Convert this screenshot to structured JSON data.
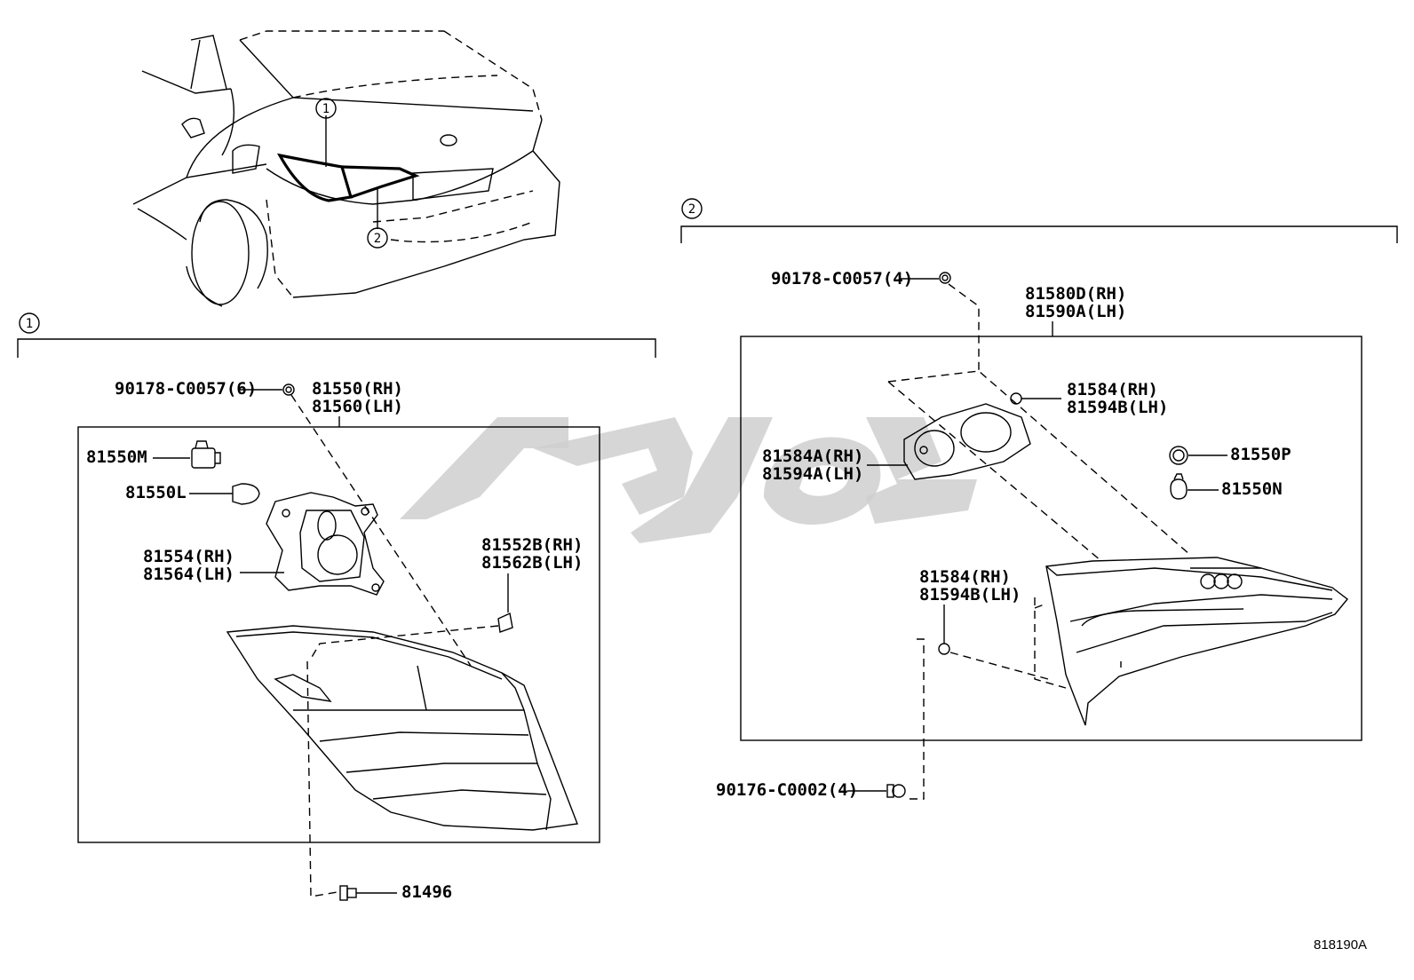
{
  "callout_markers": {
    "one": "1",
    "two": "2"
  },
  "section_1": {
    "marker": "1",
    "labels": {
      "bolt": "90178-C0057(6)",
      "lamp_rh": "81550(RH)",
      "lamp_lh": "81560(LH)",
      "socket": "81550M",
      "bulb": "81550L",
      "gasket_rh": "81554(RH)",
      "gasket_lh": "81564(LH)",
      "cushion_rh": "81552B(RH)",
      "cushion_lh": "81562B(LH)",
      "clip": "81496"
    }
  },
  "section_2": {
    "marker": "2",
    "labels": {
      "bolt": "90178-C0057(4)",
      "lamp_rh": "81580D(RH)",
      "lamp_lh": "81590A(LH)",
      "cushion_top_rh": "81584(RH)",
      "cushion_top_lh": "81594B(LH)",
      "gasket_rh": "81584A(RH)",
      "gasket_lh": "81594A(LH)",
      "socket": "81550P",
      "bulb": "81550N",
      "cushion_low_rh": "81584(RH)",
      "cushion_low_lh": "81594B(LH)",
      "nut": "90176-C0002(4)"
    }
  },
  "reference_code": "818190A"
}
